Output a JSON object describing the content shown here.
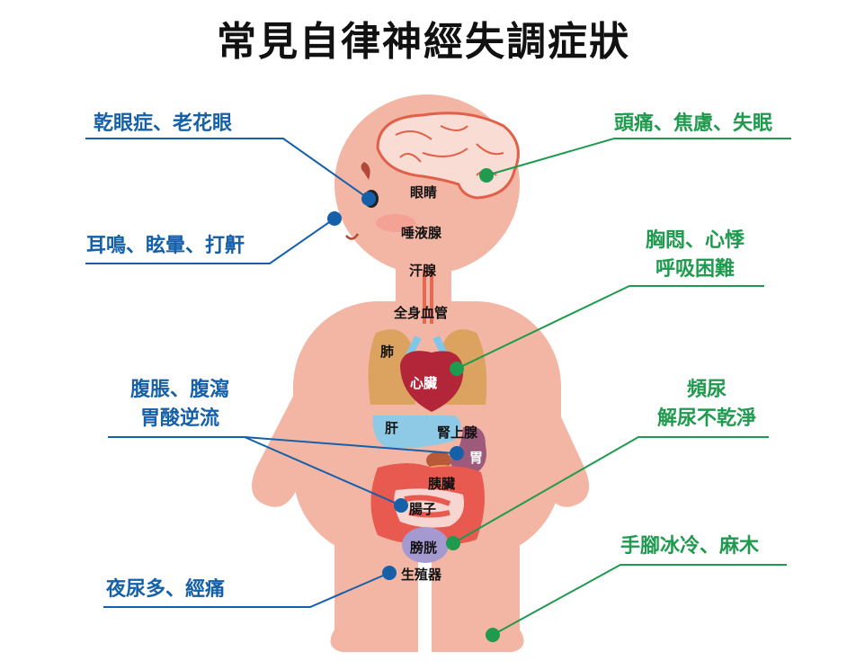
{
  "title": "常見自律神經失調症狀",
  "colors": {
    "blue": "#1560a8",
    "green": "#1f9a4e",
    "skin": "#f4b6a4"
  },
  "symptoms_left": [
    {
      "text": "乾眼症、老花眼"
    },
    {
      "text": "耳鳴、眩暈、打鼾"
    },
    {
      "line1": "腹脹、腹瀉",
      "line2": "胃酸逆流"
    },
    {
      "text": "夜尿多、經痛"
    }
  ],
  "symptoms_right": [
    {
      "text": "頭痛、焦慮、失眠"
    },
    {
      "line1": "胸悶、心悸",
      "line2": "呼吸困難"
    },
    {
      "line1": "頻尿",
      "line2": "解尿不乾淨"
    },
    {
      "text": "手腳冰冷、麻木"
    }
  ],
  "organs": {
    "eyes": "眼睛",
    "salivary": "唾液腺",
    "sweat": "汗腺",
    "vessels": "全身血管",
    "lungs": "肺",
    "heart": "心臟",
    "liver": "肝",
    "adrenal": "腎上腺",
    "stomach": "胃",
    "pancreas": "胰臟",
    "intestine": "腸子",
    "bladder": "膀胱",
    "genitals": "生殖器"
  }
}
